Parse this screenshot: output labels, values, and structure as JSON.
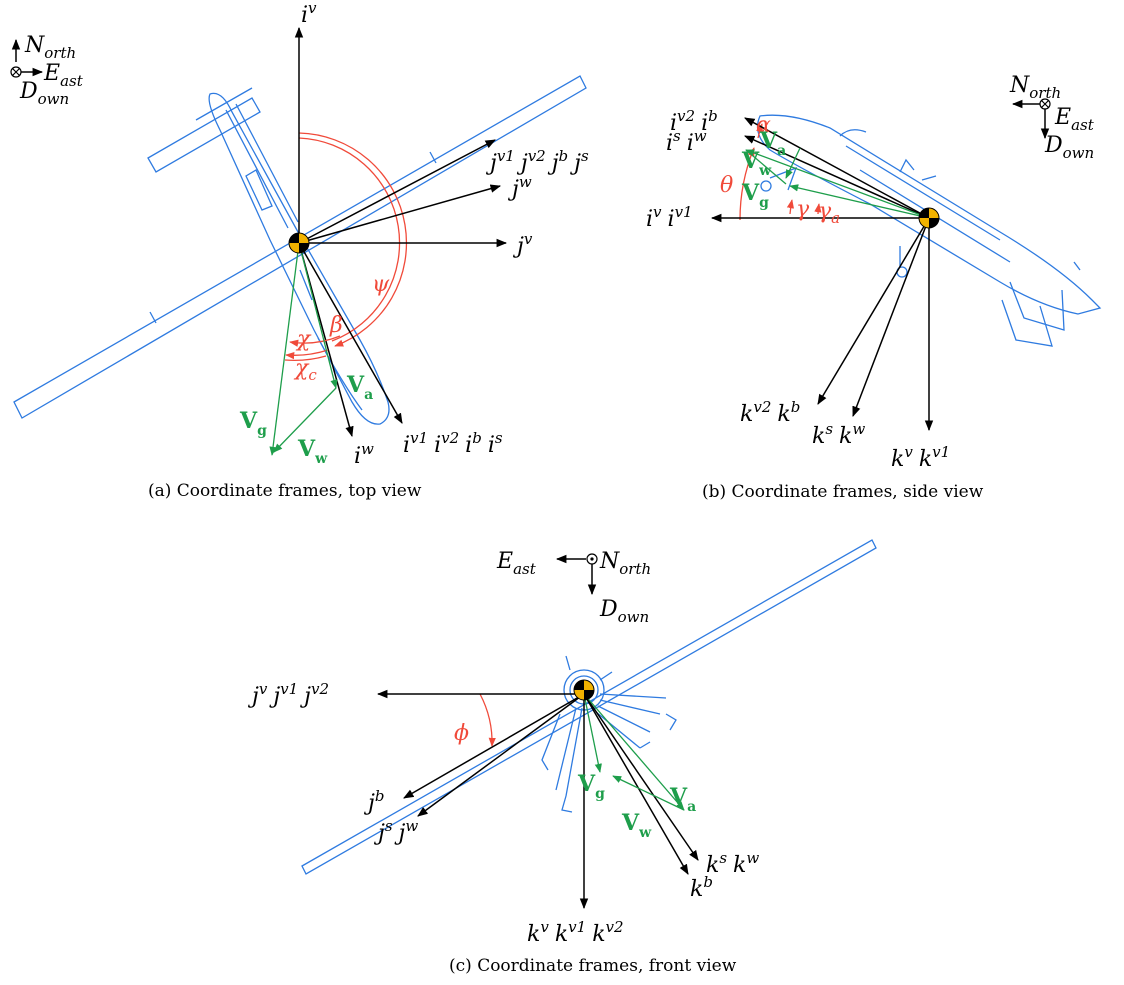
{
  "captions": {
    "a": "(a) Coordinate frames, top view",
    "b": "(b) Coordinate frames, side view",
    "c": "(c) Coordinate frames, front view"
  },
  "compass": {
    "north": "N",
    "north_sub": "orth",
    "east": "E",
    "east_sub": "ast",
    "down": "D",
    "down_sub": "own"
  },
  "top_view": {
    "iv": "i",
    "iv_sup": "v",
    "j_group": [
      "j",
      "v1",
      "j",
      "v2",
      "j",
      "b",
      "j",
      "s"
    ],
    "jw": "j",
    "jw_sup": "w",
    "jv": "j",
    "jv_sup": "v",
    "i_group": [
      "i",
      "v1",
      "i",
      "v2",
      "i",
      "b",
      "i",
      "s"
    ],
    "iw": "i",
    "iw_sup": "w",
    "psi": "ψ",
    "beta": "β",
    "chi": "χ",
    "chi_c": "χ",
    "chi_c_sub": "c",
    "Vg": "V",
    "Vg_sub": "g",
    "Vw": "V",
    "Vw_sub": "w",
    "Va": "V",
    "Va_sub": "a"
  },
  "side_view": {
    "iv2": "i",
    "iv2_sup": "v2",
    "ib": "i",
    "ib_sup": "b",
    "is": "i",
    "is_sup": "s",
    "iw": "i",
    "iw_sup": "w",
    "iv": "i",
    "iv_sup": "v",
    "iv1": "i",
    "iv1_sup": "v1",
    "alpha": "α",
    "theta": "θ",
    "gamma": "γ",
    "gamma_a": "γ",
    "gamma_a_sub": "a",
    "kv2": "k",
    "kv2_sup": "v2",
    "kb": "k",
    "kb_sup": "b",
    "ks": "k",
    "ks_sup": "s",
    "kw": "k",
    "kw_sup": "w",
    "kv": "k",
    "kv_sup": "v",
    "kv1": "k",
    "kv1_sup": "v1",
    "Va": "V",
    "Va_sub": "a",
    "Vw": "V",
    "Vw_sub": "w",
    "Vg": "V",
    "Vg_sub": "g"
  },
  "front_view": {
    "j_group": [
      "j",
      "v",
      "j",
      "v1",
      "j",
      "v2"
    ],
    "phi": "ϕ",
    "jb": "j",
    "jb_sup": "b",
    "js": "j",
    "js_sup": "s",
    "jw": "j",
    "jw_sup": "w",
    "k_group": [
      "k",
      "v",
      "k",
      "v1",
      "k",
      "v2"
    ],
    "ks": "k",
    "ks_sup": "s",
    "kw": "k",
    "kw_sup": "w",
    "kb": "k",
    "kb_sup": "b",
    "Vg": "V",
    "Vg_sub": "g",
    "Va": "V",
    "Va_sub": "a",
    "Vw": "V",
    "Vw_sub": "w"
  },
  "colors": {
    "aircraft": "#2f7be0",
    "velocity": "#1e9e4b",
    "angle": "#f04a3a",
    "axis": "#000000"
  }
}
